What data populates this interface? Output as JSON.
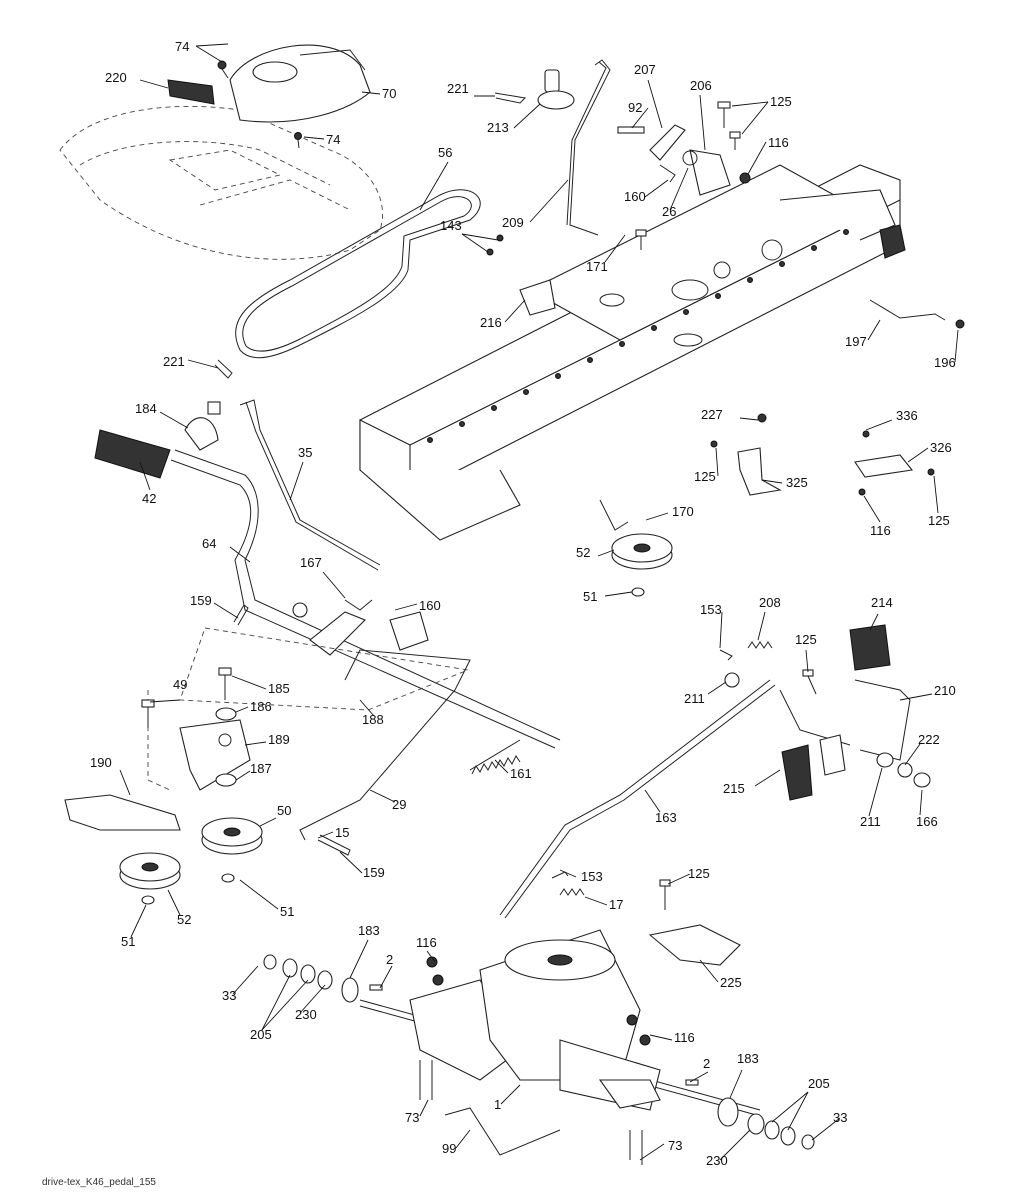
{
  "caption": "drive-tex_K46_pedal_155",
  "callouts": [
    {
      "id": "c74a",
      "text": "74"
    },
    {
      "id": "c220",
      "text": "220"
    },
    {
      "id": "c70",
      "text": "70"
    },
    {
      "id": "c74b",
      "text": "74"
    },
    {
      "id": "c56",
      "text": "56"
    },
    {
      "id": "c221a",
      "text": "221"
    },
    {
      "id": "c213",
      "text": "213"
    },
    {
      "id": "c207",
      "text": "207"
    },
    {
      "id": "c206",
      "text": "206"
    },
    {
      "id": "c125a",
      "text": "125"
    },
    {
      "id": "c92",
      "text": "92"
    },
    {
      "id": "c116a",
      "text": "116"
    },
    {
      "id": "c160a",
      "text": "160"
    },
    {
      "id": "c26",
      "text": "26"
    },
    {
      "id": "c209",
      "text": "209"
    },
    {
      "id": "c171",
      "text": "171"
    },
    {
      "id": "c143",
      "text": "143"
    },
    {
      "id": "c216",
      "text": "216"
    },
    {
      "id": "c197",
      "text": "197"
    },
    {
      "id": "c196",
      "text": "196"
    },
    {
      "id": "c221b",
      "text": "221"
    },
    {
      "id": "c184",
      "text": "184"
    },
    {
      "id": "c42",
      "text": "42"
    },
    {
      "id": "c35",
      "text": "35"
    },
    {
      "id": "c227",
      "text": "227"
    },
    {
      "id": "c336",
      "text": "336"
    },
    {
      "id": "c326",
      "text": "326"
    },
    {
      "id": "c125b",
      "text": "125"
    },
    {
      "id": "c325",
      "text": "325"
    },
    {
      "id": "c116b",
      "text": "116"
    },
    {
      "id": "c125c",
      "text": "125"
    },
    {
      "id": "c170",
      "text": "170"
    },
    {
      "id": "c52a",
      "text": "52"
    },
    {
      "id": "c51a",
      "text": "51"
    },
    {
      "id": "c64",
      "text": "64"
    },
    {
      "id": "c167",
      "text": "167"
    },
    {
      "id": "c160b",
      "text": "160"
    },
    {
      "id": "c159a",
      "text": "159"
    },
    {
      "id": "c49",
      "text": "49"
    },
    {
      "id": "c185",
      "text": "185"
    },
    {
      "id": "c186",
      "text": "186"
    },
    {
      "id": "c189",
      "text": "189"
    },
    {
      "id": "c188",
      "text": "188"
    },
    {
      "id": "c161",
      "text": "161"
    },
    {
      "id": "c187",
      "text": "187"
    },
    {
      "id": "c190",
      "text": "190"
    },
    {
      "id": "c50",
      "text": "50"
    },
    {
      "id": "c29",
      "text": "29"
    },
    {
      "id": "c15",
      "text": "15"
    },
    {
      "id": "c159b",
      "text": "159"
    },
    {
      "id": "c52b",
      "text": "52"
    },
    {
      "id": "c51b",
      "text": "51"
    },
    {
      "id": "c51c",
      "text": "51"
    },
    {
      "id": "c153a",
      "text": "153"
    },
    {
      "id": "c208",
      "text": "208"
    },
    {
      "id": "c125d",
      "text": "125"
    },
    {
      "id": "c214",
      "text": "214"
    },
    {
      "id": "c211a",
      "text": "211"
    },
    {
      "id": "c210",
      "text": "210"
    },
    {
      "id": "c222",
      "text": "222"
    },
    {
      "id": "c215",
      "text": "215"
    },
    {
      "id": "c163",
      "text": "163"
    },
    {
      "id": "c211b",
      "text": "211"
    },
    {
      "id": "c166",
      "text": "166"
    },
    {
      "id": "c153b",
      "text": "153"
    },
    {
      "id": "c17",
      "text": "17"
    },
    {
      "id": "c125e",
      "text": "125"
    },
    {
      "id": "c225",
      "text": "225"
    },
    {
      "id": "c183a",
      "text": "183"
    },
    {
      "id": "c116c",
      "text": "116"
    },
    {
      "id": "c2a",
      "text": "2"
    },
    {
      "id": "c33a",
      "text": "33"
    },
    {
      "id": "c205a",
      "text": "205"
    },
    {
      "id": "c230a",
      "text": "230"
    },
    {
      "id": "c116d",
      "text": "116"
    },
    {
      "id": "c2b",
      "text": "2"
    },
    {
      "id": "c183b",
      "text": "183"
    },
    {
      "id": "c205b",
      "text": "205"
    },
    {
      "id": "c1",
      "text": "1"
    },
    {
      "id": "c73a",
      "text": "73"
    },
    {
      "id": "c33b",
      "text": "33"
    },
    {
      "id": "c99",
      "text": "99"
    },
    {
      "id": "c73b",
      "text": "73"
    },
    {
      "id": "c230b",
      "text": "230"
    }
  ]
}
